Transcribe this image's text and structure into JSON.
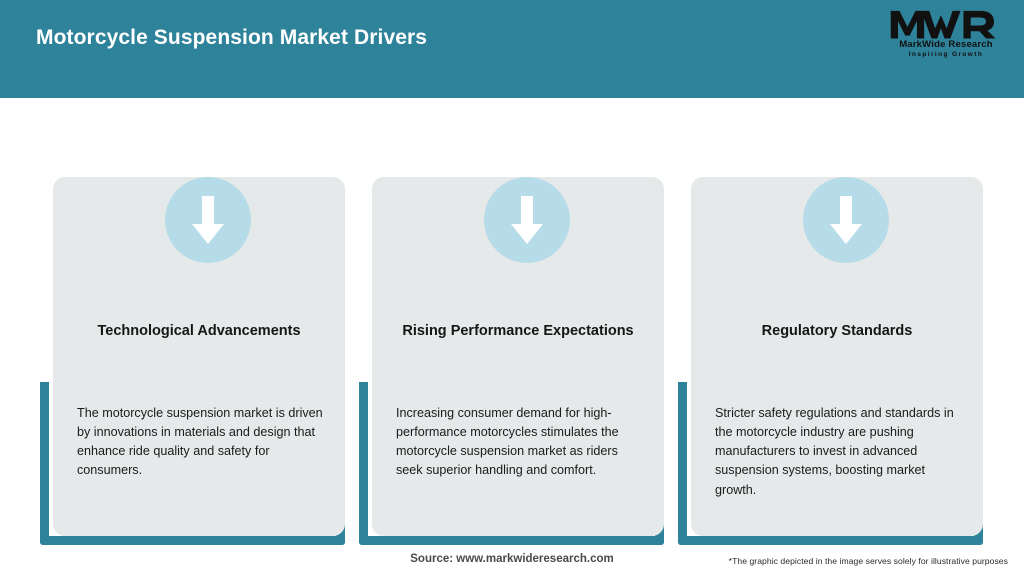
{
  "header": {
    "title": "Motorcycle Suspension Market Drivers",
    "background_color": "#2e839b",
    "title_color": "#ffffff"
  },
  "logo": {
    "mark": "MWR",
    "name": "MarkWide Research",
    "tagline": "Inspiring Growth"
  },
  "theme": {
    "accent_teal": "#2e839b",
    "card_background": "#e5e9ea",
    "icon_circle": "#b7dce9",
    "icon_arrow": "#ffffff"
  },
  "cards": [
    {
      "icon": "arrow-down-icon",
      "title": "Technological Advancements",
      "body": "The motorcycle suspension market is driven by innovations in materials and design that enhance ride quality and safety for consumers."
    },
    {
      "icon": "arrow-down-icon",
      "title": "Rising Performance Expectations",
      "body": "Increasing consumer demand for high-performance motorcycles stimulates the motorcycle suspension market as riders seek superior handling and comfort."
    },
    {
      "icon": "arrow-down-icon",
      "title": "Regulatory Standards",
      "body": "Stricter safety regulations and standards in the motorcycle industry are pushing manufacturers to invest in advanced suspension systems, boosting market growth."
    }
  ],
  "footer": {
    "source": "Source: www.markwideresearch.com",
    "disclaimer": "*The graphic depicted in the image serves solely for illustrative purposes"
  }
}
